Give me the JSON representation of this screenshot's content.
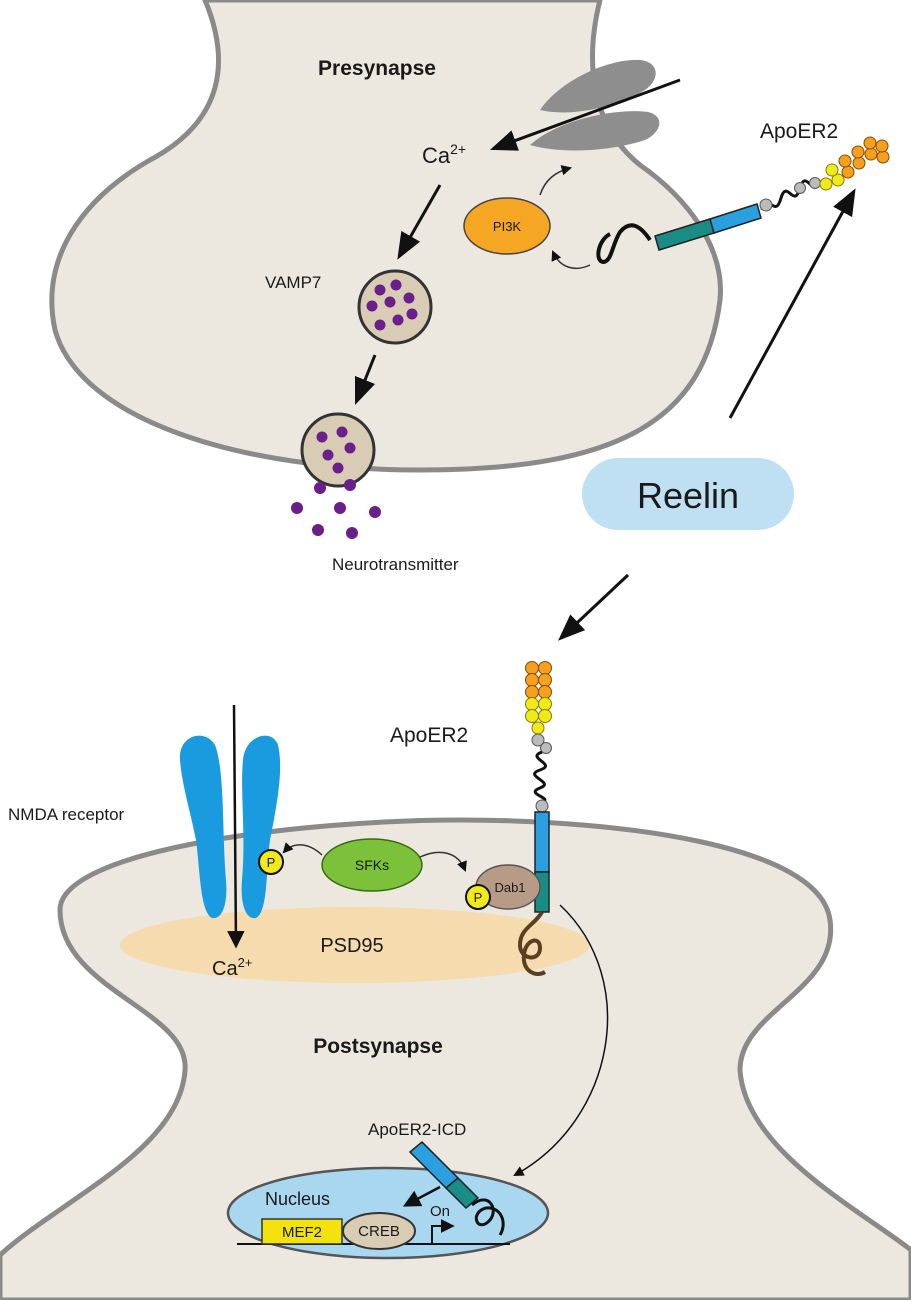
{
  "presynapse": {
    "title": "Presynapse",
    "ca": "Ca",
    "ca_sup": "2+",
    "pi3k": "PI3K",
    "vamp7": "VAMP7",
    "neurotransmitter": "Neurotransmitter",
    "apoer2": "ApoER2"
  },
  "reelin": {
    "label": "Reelin"
  },
  "postsynapse": {
    "title": "Postsynapse",
    "apoer2": "ApoER2",
    "nmda": "NMDA receptor",
    "sfks": "SFKs",
    "dab1": "Dab1",
    "p1": "P",
    "p2": "P",
    "psd95": "PSD95",
    "ca": "Ca",
    "ca_sup": "2+",
    "icd": "ApoER2-ICD",
    "nucleus": "Nucleus",
    "mef2": "MEF2",
    "creb": "CREB",
    "on": "On"
  },
  "colors": {
    "cell": "#ece8e0",
    "membrane": "#8a8a8a",
    "pi3k": "#f5a623",
    "reelin": "#bfe0f3",
    "nmda": "#1a9be0",
    "sfks": "#7cc13a",
    "dab1": "#b89b86",
    "psd95": "#f6d9a8",
    "nucleus": "#a9d7ef",
    "mef2": "#f3e20b",
    "vesicle": "#d9ccb4",
    "dot": "#6a1f8a",
    "orange": "#f5a01e",
    "yellow": "#f1ea19"
  }
}
